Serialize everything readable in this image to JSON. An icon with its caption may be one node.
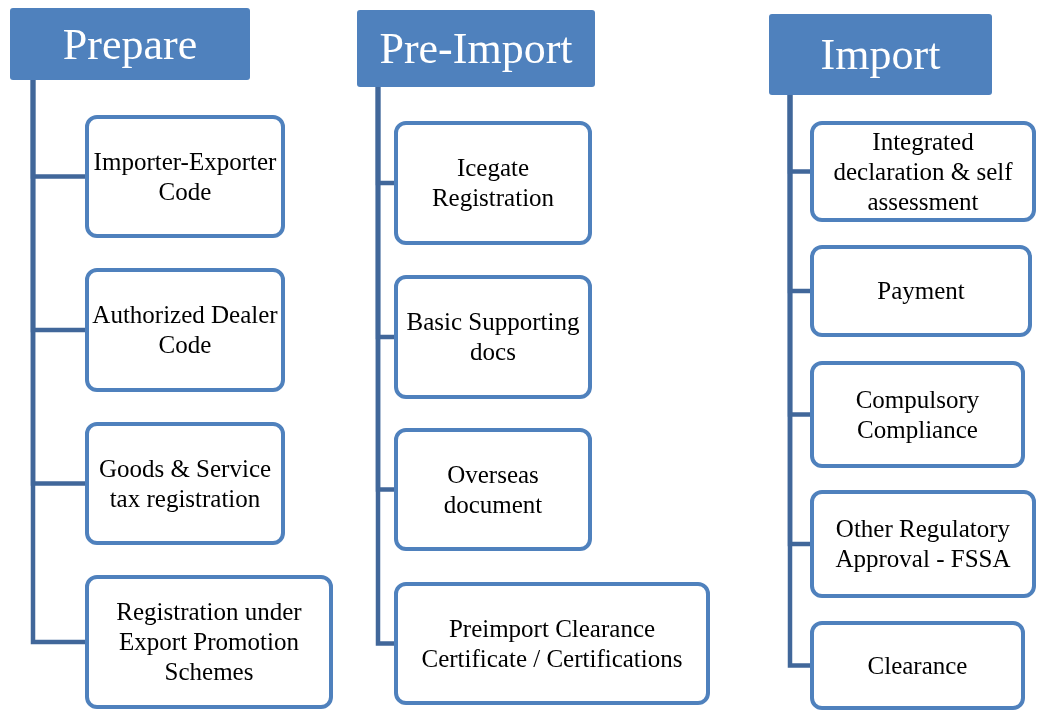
{
  "diagram": {
    "nodes": [
      {
        "text": [
          "Prepare"
        ]
      },
      {
        "text": [
          "Importer-Exporter Code"
        ]
      },
      {
        "text": [
          "Authorized Dealer Code"
        ]
      },
      {
        "text": [
          "Goods & Service tax registration"
        ]
      },
      {
        "text": [
          "Registration under Export Promotion Schemes"
        ]
      },
      {
        "text": [
          "Pre-Import"
        ]
      },
      {
        "text": [
          "Icegate Registration"
        ]
      },
      {
        "text": [
          "Basic Supporting docs"
        ]
      },
      {
        "text": [
          "Overseas document"
        ]
      },
      {
        "text": [
          "Preimport Clearance Certificate / Certifications"
        ]
      },
      {
        "text": [
          "Import"
        ]
      },
      {
        "text": [
          "Integrated declaration & self assessment"
        ]
      },
      {
        "text": [
          "Payment"
        ]
      },
      {
        "text": [
          "Compulsory Compliance"
        ]
      },
      {
        "text": [
          "Other Regulatory Approval - FSSA"
        ]
      },
      {
        "text": [
          "Clearance"
        ]
      }
    ],
    "edges": [
      {
        "from": 0,
        "to": 1,
        "arrow": "none"
      },
      {
        "from": 0,
        "to": 2,
        "arrow": "none"
      },
      {
        "from": 0,
        "to": 3,
        "arrow": "none"
      },
      {
        "from": 0,
        "to": 4,
        "arrow": "none"
      },
      {
        "from": 5,
        "to": 6,
        "arrow": "none"
      },
      {
        "from": 5,
        "to": 7,
        "arrow": "none"
      },
      {
        "from": 5,
        "to": 8,
        "arrow": "none"
      },
      {
        "from": 5,
        "to": 9,
        "arrow": "none"
      },
      {
        "from": 10,
        "to": 11,
        "arrow": "none"
      },
      {
        "from": 10,
        "to": 12,
        "arrow": "none"
      },
      {
        "from": 10,
        "to": 13,
        "arrow": "none"
      },
      {
        "from": 10,
        "to": 14,
        "arrow": "none"
      },
      {
        "from": 10,
        "to": 15,
        "arrow": "none"
      }
    ]
  }
}
